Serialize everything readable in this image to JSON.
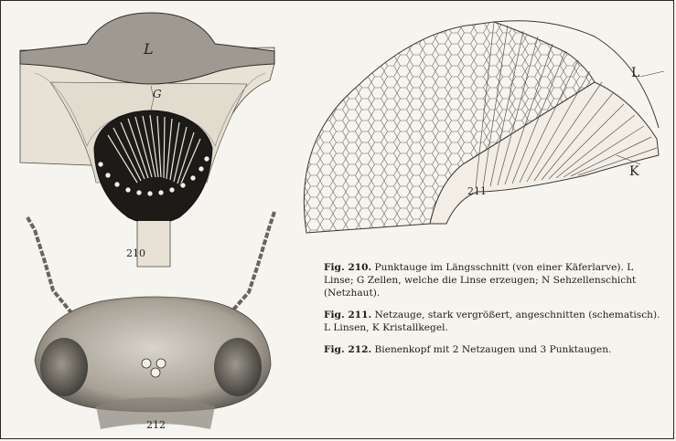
{
  "figure_numbers": {
    "fig210": "210",
    "fig211": "211",
    "fig212": "212"
  },
  "fig210_labels": {
    "lens": "L",
    "cells": "G"
  },
  "fig211_labels": {
    "lens": "L",
    "crystal_cone": "K"
  },
  "captions": [
    {
      "num": "Fig. 210.",
      "text": "Punktauge im Längsschnitt (von einer Käferlarve). L Linse; G Zellen, welche die Linse erzeugen; N Sehzellenschicht (Netzhaut)."
    },
    {
      "num": "Fig. 211.",
      "text": "Netzauge, stark vergrößert, angeschnitten (schematisch). L Linsen, K Kristallkegel."
    },
    {
      "num": "Fig. 212.",
      "text": "Bienenkopf mit 2 Netzaugen und 3 Punktaugen."
    }
  ]
}
